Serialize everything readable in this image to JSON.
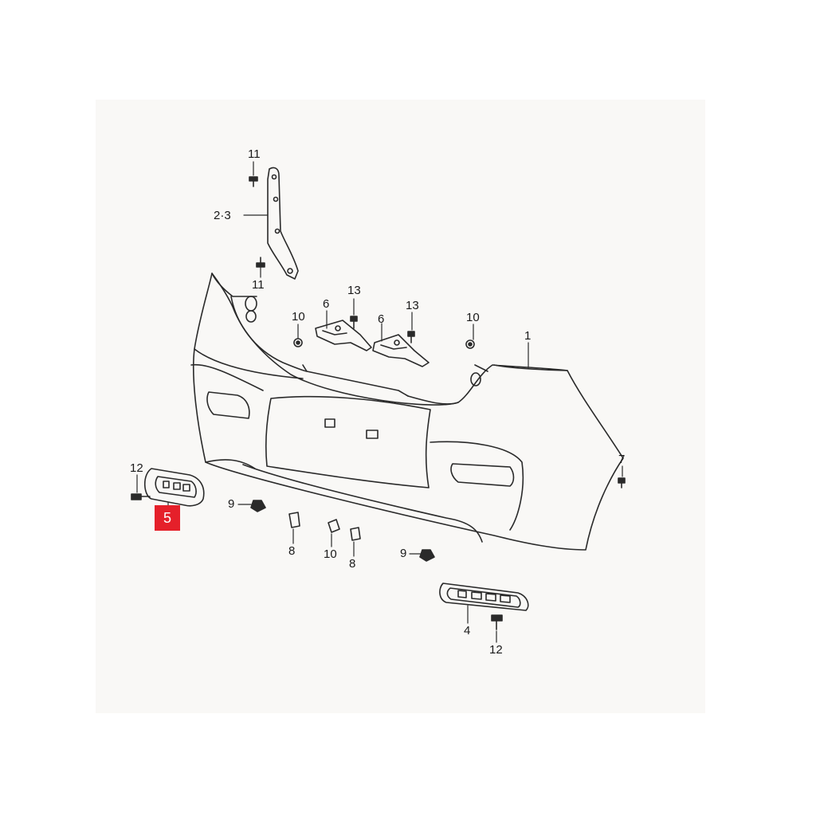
{
  "diagram": {
    "highlight_color": "#e5202a",
    "line_color": "#2a2a2a",
    "paper_color": "#f9f8f6",
    "callouts": {
      "c11a": "11",
      "c23": "2·3",
      "c11b": "11",
      "c10a": "10",
      "c6a": "6",
      "c13a": "13",
      "c6b": "6",
      "c13b": "13",
      "c10b": "10",
      "c1": "1",
      "c7": "7",
      "c12a": "12",
      "c5": "5",
      "c9a": "9",
      "c8a": "8",
      "c10c": "10",
      "c8b": "8",
      "c9b": "9",
      "c4": "4",
      "c12b": "12"
    }
  }
}
